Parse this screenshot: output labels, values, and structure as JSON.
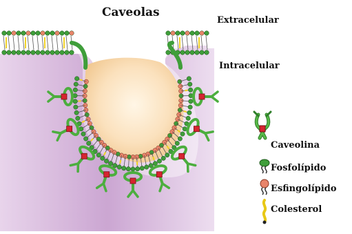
{
  "diagram": {
    "title": "Caveolas",
    "extracellular_label": "Extracelular",
    "intracellular_label": "Intracelular",
    "legend": [
      {
        "label": "Caveolina",
        "icon": "caveolin-icon"
      },
      {
        "label": "Fosfolípido",
        "icon": "phospholipid-icon"
      },
      {
        "label": "Esfingolípido",
        "icon": "sphingolipid-icon"
      },
      {
        "label": "Colesterol",
        "icon": "cholesterol-icon"
      }
    ],
    "colors": {
      "cytoplasm": "#d8b7dc",
      "caveola_lumen": "#f6d2a4",
      "phospholipid_head": "#3f9e3a",
      "sphingolipid_head": "#e8846a",
      "cholesterol": "#f0d22a",
      "caveolin": "#4cae3e",
      "caveolin_joint": "#d62430"
    }
  }
}
